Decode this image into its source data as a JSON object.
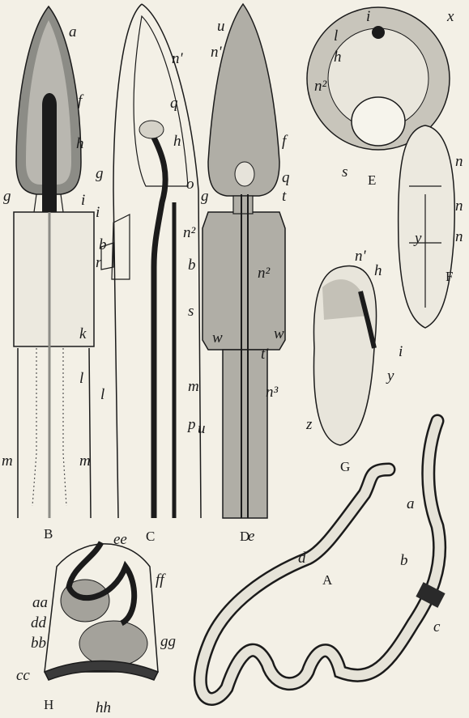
{
  "figure": {
    "panel_letters": {
      "A": "A",
      "B": "B",
      "C": "C",
      "D": "D",
      "E": "E",
      "F": "F",
      "G": "G",
      "H": "H"
    },
    "labels": {
      "B": [
        "a",
        "f",
        "h",
        "g",
        "i",
        "b",
        "k",
        "l",
        "m",
        "m"
      ],
      "C": [
        "n'",
        "q",
        "h",
        "g",
        "o",
        "i",
        "n²",
        "r",
        "b",
        "s",
        "l",
        "m",
        "p"
      ],
      "D": [
        "u",
        "n'",
        "f",
        "q",
        "g",
        "t",
        "n²",
        "w",
        "w",
        "t'",
        "n³",
        "u"
      ],
      "E": [
        "i",
        "x",
        "l",
        "h",
        "n²",
        "s"
      ],
      "F": [
        "n",
        "n",
        "n",
        "y"
      ],
      "G": [
        "n'",
        "h",
        "i",
        "y",
        "z"
      ],
      "H": [
        "ee",
        "ff",
        "aa",
        "dd",
        "bb",
        "gg",
        "cc",
        "hh"
      ],
      "A": [
        "a",
        "b",
        "c",
        "d",
        "e"
      ]
    },
    "colors": {
      "ink": "#1b1b1b",
      "paper": "#f3f0e6",
      "shade": "#8c8c86",
      "dark": "#2a2a2a"
    }
  }
}
